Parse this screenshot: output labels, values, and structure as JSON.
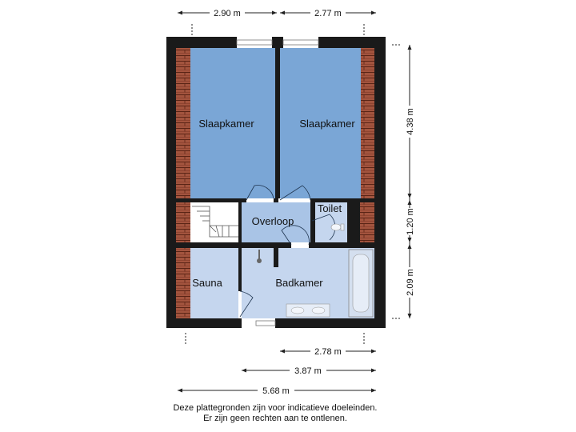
{
  "rooms": {
    "slaapkamer_left": "Slaapkamer",
    "slaapkamer_right": "Slaapkamer",
    "overloop": "Overloop",
    "toilet": "Toilet",
    "sauna": "Sauna",
    "badkamer": "Badkamer"
  },
  "dimensions": {
    "top_left": "2.90 m",
    "top_right": "2.77 m",
    "right_top": "4.38 m",
    "right_middle": "1.20 m",
    "right_bottom": "2.09 m",
    "bottom_1": "2.78 m",
    "bottom_2": "3.87 m",
    "bottom_3": "5.68 m"
  },
  "disclaimer": {
    "line1": "Deze plattegronden zijn voor indicatieve doeleinden.",
    "line2": "Er zijn geen rechten aan te ontlenen."
  },
  "colors": {
    "bedroom_blue": "#7aa6d6",
    "landing_blue": "#a9c4e6",
    "bath_blue": "#c5d6ee",
    "wall": "#1a1a1a",
    "roof_tile": "#a3543e"
  }
}
